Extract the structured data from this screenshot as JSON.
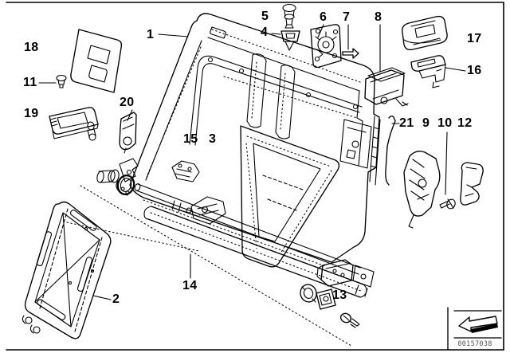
{
  "page": {
    "background_color": "#ffffff",
    "line_color": "#000000",
    "description": "Exploded technical parts diagram of a rear seat backrest frame with numbered callouts"
  },
  "callouts": [
    {
      "label": "1"
    },
    {
      "label": "2"
    },
    {
      "label": "3"
    },
    {
      "label": "4"
    },
    {
      "label": "5"
    },
    {
      "label": "6"
    },
    {
      "label": "7"
    },
    {
      "label": "8"
    },
    {
      "label": "9"
    },
    {
      "label": "10"
    },
    {
      "label": "11"
    },
    {
      "label": "12"
    },
    {
      "label": "13"
    },
    {
      "label": "14"
    },
    {
      "label": "15"
    },
    {
      "label": "16"
    },
    {
      "label": "17"
    },
    {
      "label": "18"
    },
    {
      "label": "19"
    },
    {
      "label": "20"
    },
    {
      "label": "21"
    }
  ],
  "footer": {
    "code": "00157038",
    "icon": "back-arrow-icon"
  }
}
